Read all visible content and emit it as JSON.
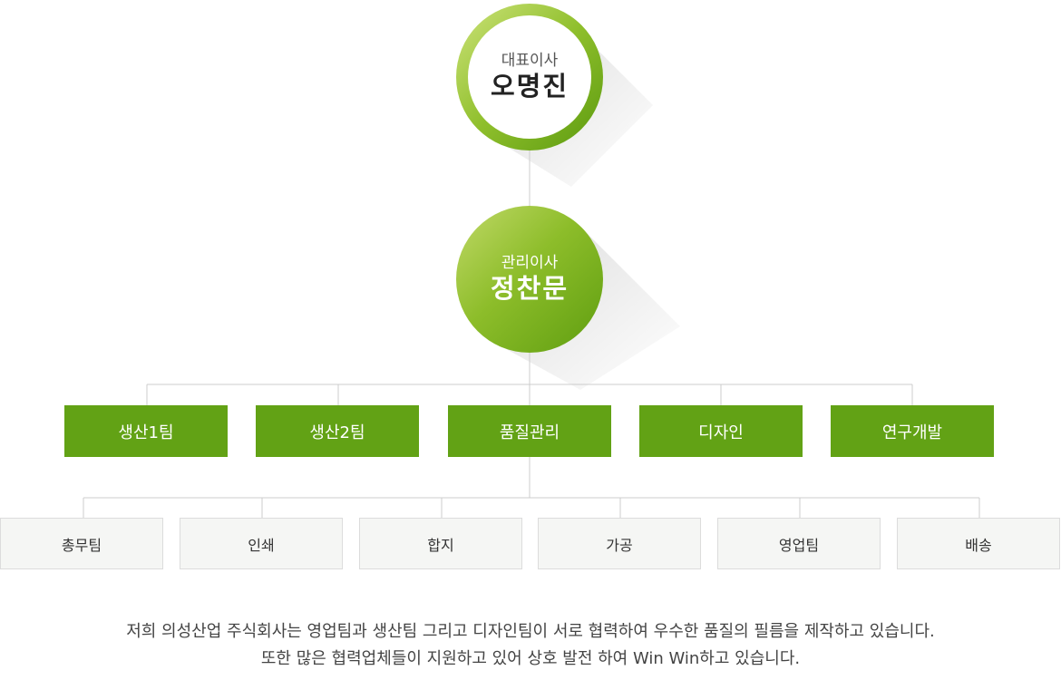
{
  "ceo": {
    "role": "대표이사",
    "name": "오명진"
  },
  "manager": {
    "role": "관리이사",
    "name": "정찬문"
  },
  "departments": [
    "생산1팀",
    "생산2팀",
    "품질관리",
    "디자인",
    "연구개발"
  ],
  "teams": [
    "총무팀",
    "인쇄",
    "합지",
    "가공",
    "영업팀",
    "배송"
  ],
  "description": {
    "line1": "저희 의성산업 주식회사는 영업팀과 생산팀 그리고 디자인팀이 서로 협력하여 우수한 품질의 필름을 제작하고 있습니다.",
    "line2": "또한 많은 협력업체들이 지원하고 있어 상호 발전 하여 Win Win하고 있습니다."
  },
  "colors": {
    "primary_green": "#62a215",
    "light_green": "#c1d968",
    "connector": "#cccccc",
    "team_bg": "#f5f6f4"
  }
}
